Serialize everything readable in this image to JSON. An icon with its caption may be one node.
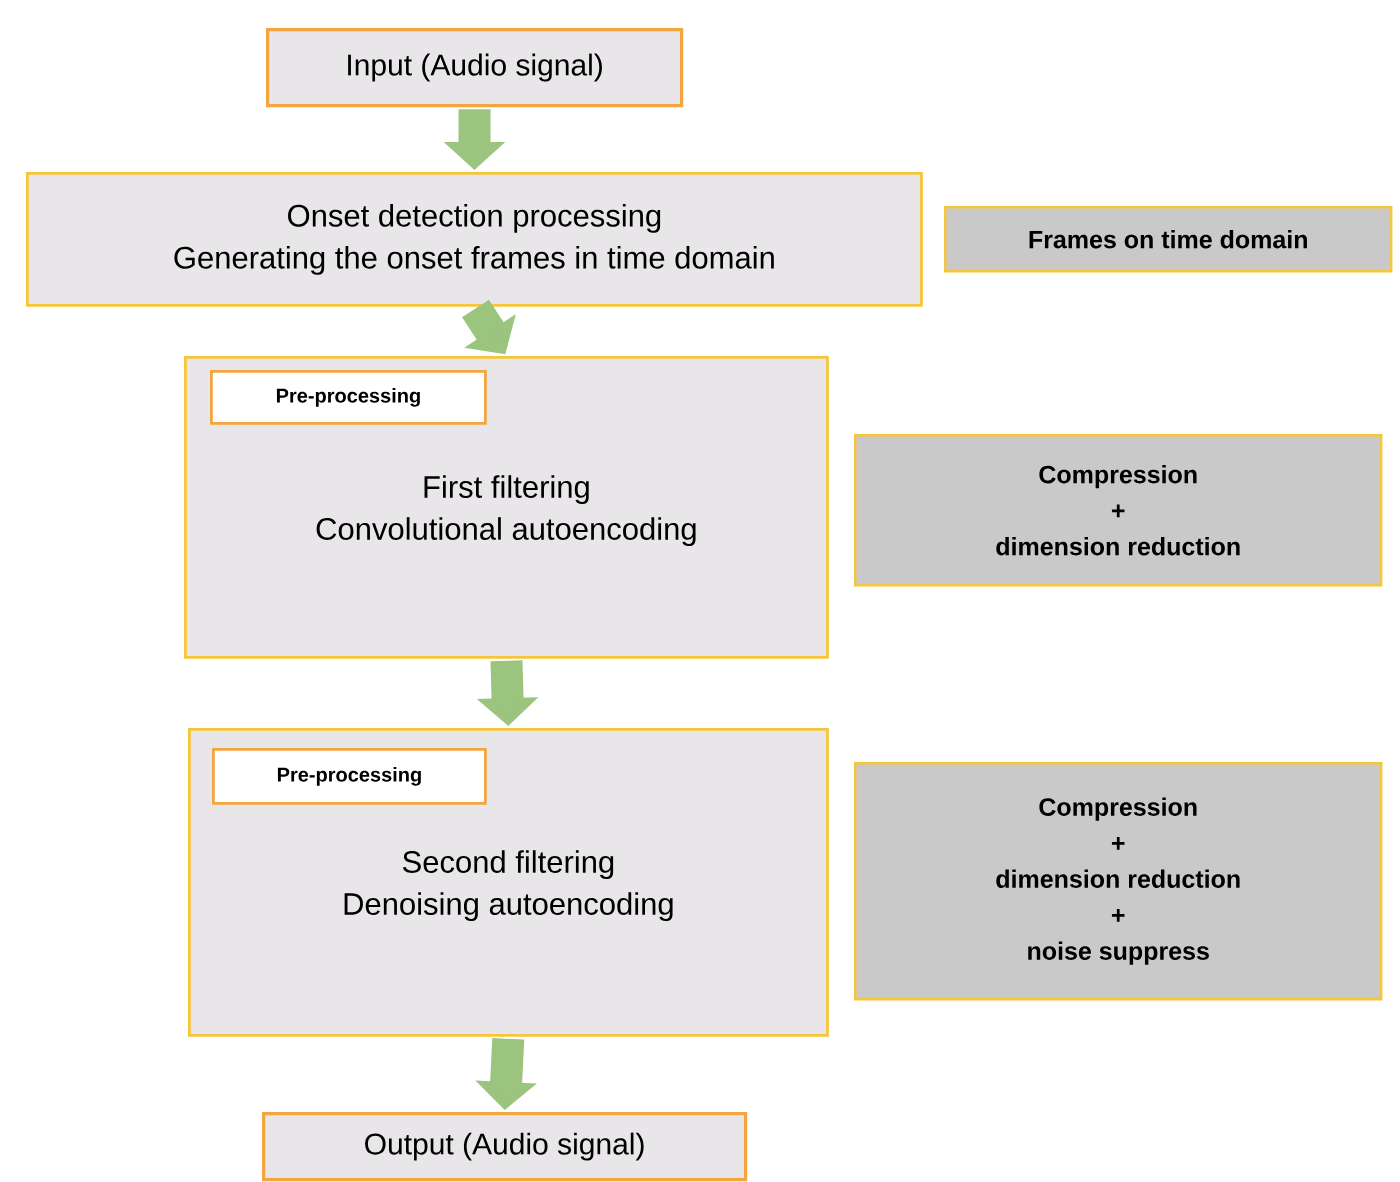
{
  "diagram": {
    "nodes": [
      {
        "text": [
          "Input (Audio signal)"
        ]
      },
      {
        "text": [
          "Onset detection processing",
          "Generating the onset frames in time domain"
        ]
      },
      {
        "text": [
          "Frames on time domain"
        ]
      },
      {
        "text": [
          "First filtering",
          "Convolutional autoencoding"
        ]
      },
      {
        "text": [
          "Pre-processing"
        ],
        "in": 3
      },
      {
        "text": [
          "Compression",
          "+",
          "dimension reduction"
        ]
      },
      {
        "text": [
          "Second filtering",
          "Denoising autoencoding"
        ]
      },
      {
        "text": [
          "Pre-processing"
        ],
        "in": 6
      },
      {
        "text": [
          "Compression",
          "+",
          "dimension reduction",
          "+",
          "noise suppress"
        ]
      },
      {
        "text": [
          "Output (Audio signal)"
        ]
      }
    ],
    "edges": [
      {
        "from": 0,
        "to": 1,
        "arrow": "to"
      },
      {
        "from": 1,
        "to": 3,
        "arrow": "to"
      },
      {
        "from": 3,
        "to": 6,
        "arrow": "to"
      },
      {
        "from": 6,
        "to": 9,
        "arrow": "to"
      }
    ]
  }
}
